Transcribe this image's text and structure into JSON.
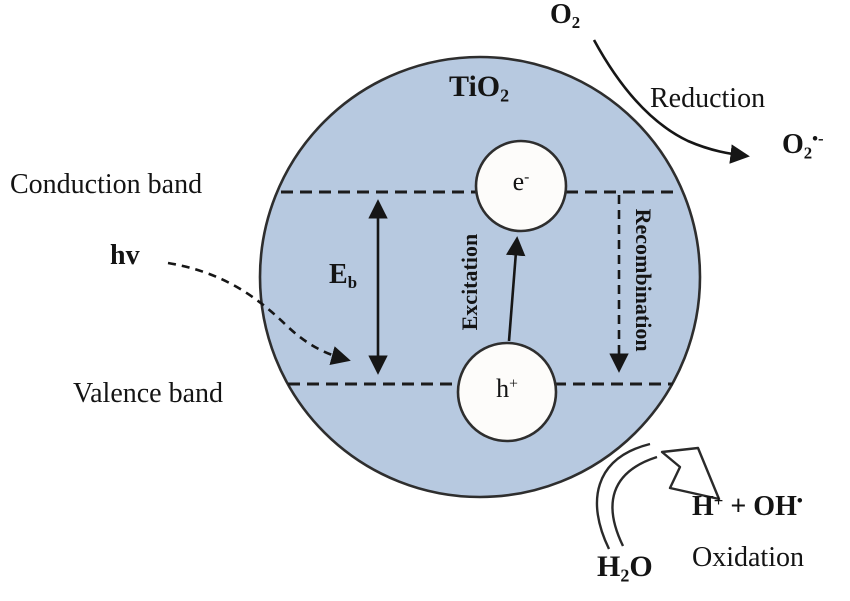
{
  "diagram": {
    "type": "TiO2 photocatalysis mechanism",
    "colors": {
      "particle_fill": "#b7c9e0",
      "carrier_fill": "#fdfcfa",
      "stroke": "#222222",
      "text": "#141414"
    },
    "particle": {
      "label_main": "TiO",
      "label_sub": "2"
    },
    "bands": {
      "conduction_label": "Conduction band",
      "valence_label": "Valence band",
      "band_gap_main": "E",
      "band_gap_sub": "b"
    },
    "carriers": {
      "electron_main": "e",
      "electron_sup": "-",
      "hole_main": "h",
      "hole_sup": "+"
    },
    "processes": {
      "excitation": "Excitation",
      "recombination": "Recombination",
      "photon": "hv",
      "reduction": "Reduction",
      "oxidation": "Oxidation"
    },
    "species": {
      "oxygen_main": "O",
      "oxygen_sub": "2",
      "superoxide_main": "O",
      "superoxide_sub": "2",
      "superoxide_sup": "•-",
      "water_h": "H",
      "water_sub": "2",
      "water_o": "O",
      "proton_main": "H",
      "proton_sup": "+",
      "plus_oh": " + OH",
      "hydroxyl_sup": "•"
    }
  }
}
